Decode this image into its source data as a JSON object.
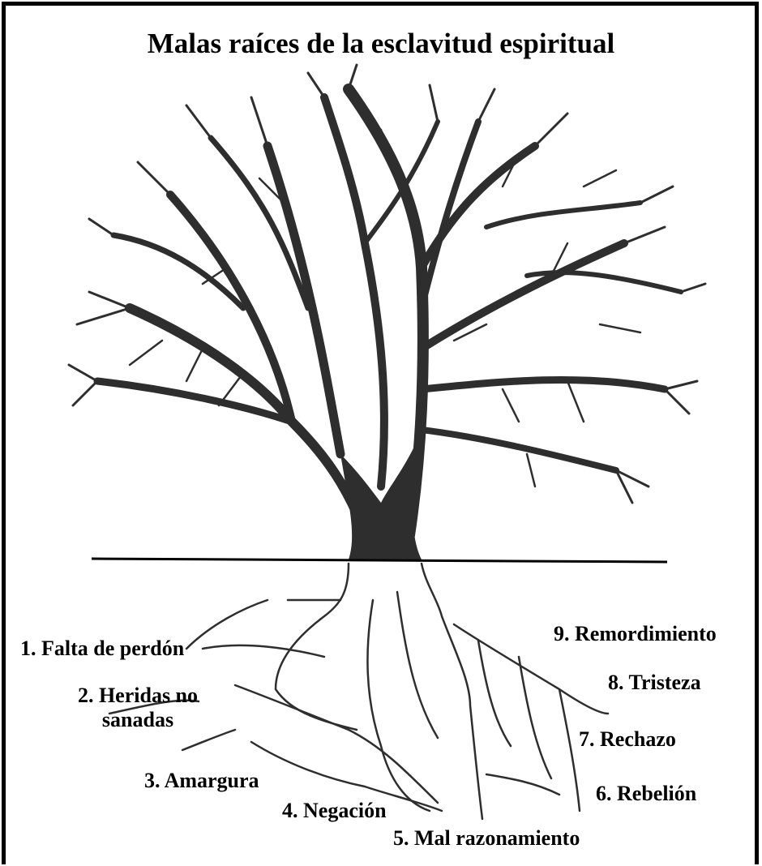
{
  "title": "Malas raíces de la esclavitud espiritual",
  "roots": {
    "r1": "1. Falta de perdón",
    "r2a": "2. Heridas no",
    "r2b": "sanadas",
    "r3": "3. Amargura",
    "r4": "4. Negación",
    "r5": "5. Mal razonamiento",
    "r6": "6. Rebelión",
    "r7": "7. Rechazo",
    "r8": "8. Tristeza",
    "r9": "9. Remordimiento"
  },
  "colors": {
    "ink": "#000000",
    "trunk": "#2e2e2e",
    "paper": "#ffffff"
  },
  "icons": {
    "illustration": "bare-tree-with-roots-icon"
  }
}
